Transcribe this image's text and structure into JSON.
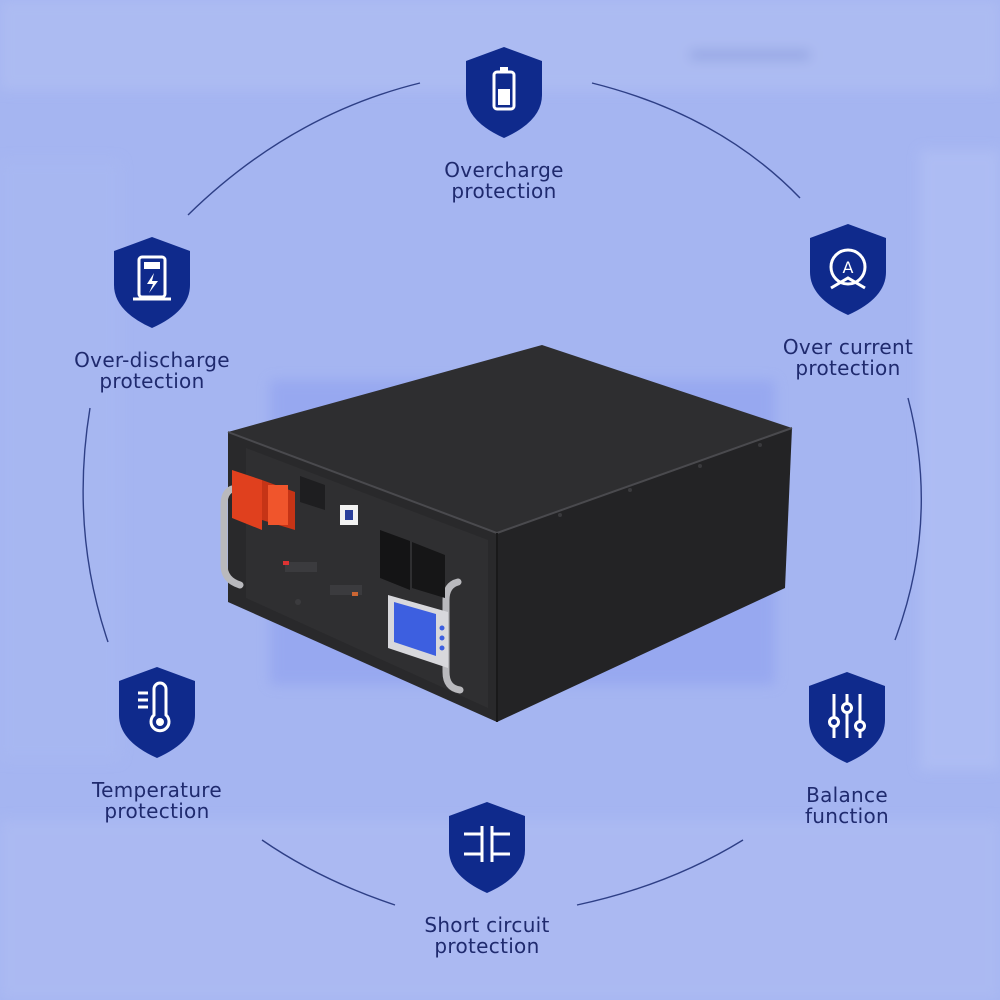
{
  "features": [
    {
      "id": "overcharge",
      "icon": "battery-icon",
      "line1": "Overcharge",
      "line2": "protection"
    },
    {
      "id": "over-current",
      "icon": "ammeter-icon",
      "line1": "Over current",
      "line2": "protection"
    },
    {
      "id": "balance",
      "icon": "sliders-icon",
      "line1": "Balance",
      "line2": "function"
    },
    {
      "id": "short-circuit",
      "icon": "circuit-icon",
      "line1": "Short circuit",
      "line2": "protection"
    },
    {
      "id": "temperature",
      "icon": "thermometer-icon",
      "line1": "Temperature",
      "line2": "protection"
    },
    {
      "id": "over-discharge",
      "icon": "charging-station-icon",
      "line1": "Over-discharge",
      "line2": "protection"
    }
  ],
  "colors": {
    "background": "#a3b4f0",
    "shield": "#0f2a8c",
    "text": "#1f2a6e",
    "ring": "#2e3f86",
    "terminal": "#e0401e",
    "lcd": "#3d5fe0"
  }
}
